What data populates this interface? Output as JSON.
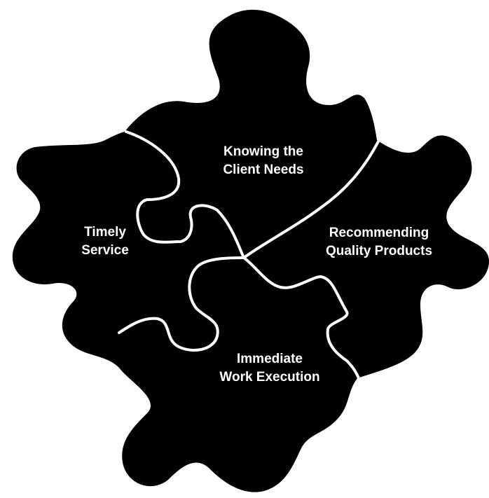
{
  "colors": {
    "background": "#ffffff",
    "puzzle_fill": "#000000",
    "label_text": "#ffffff",
    "seam_line": "#ffffff"
  },
  "pieces": {
    "top": {
      "line1": "Knowing the",
      "line2": "Client Needs"
    },
    "left": {
      "line1": "Timely",
      "line2": "Service"
    },
    "right": {
      "line1": "Recommending",
      "line2": "Quality Products"
    },
    "bottom": {
      "line1": "Immediate",
      "line2": "Work Execution"
    }
  }
}
